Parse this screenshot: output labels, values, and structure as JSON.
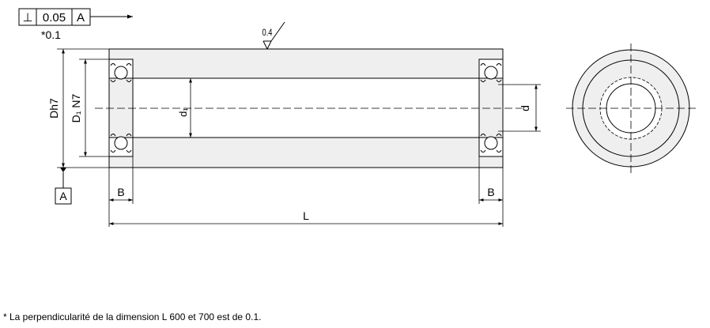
{
  "tolerance_frame": {
    "symbol": "⊥",
    "value": "0.05",
    "datum": "A",
    "note": "*0.1"
  },
  "roughness": "0.4",
  "datum_label": "A",
  "dimensions": {
    "Dh7": "Dh7",
    "D1N7": "D₁ N7",
    "d1": "d₁",
    "d": "d",
    "B_left": "B",
    "B_right": "B",
    "L": "L"
  },
  "footnote": "* La perpendicularité de la dimension L 600 et 700 est de 0.1."
}
